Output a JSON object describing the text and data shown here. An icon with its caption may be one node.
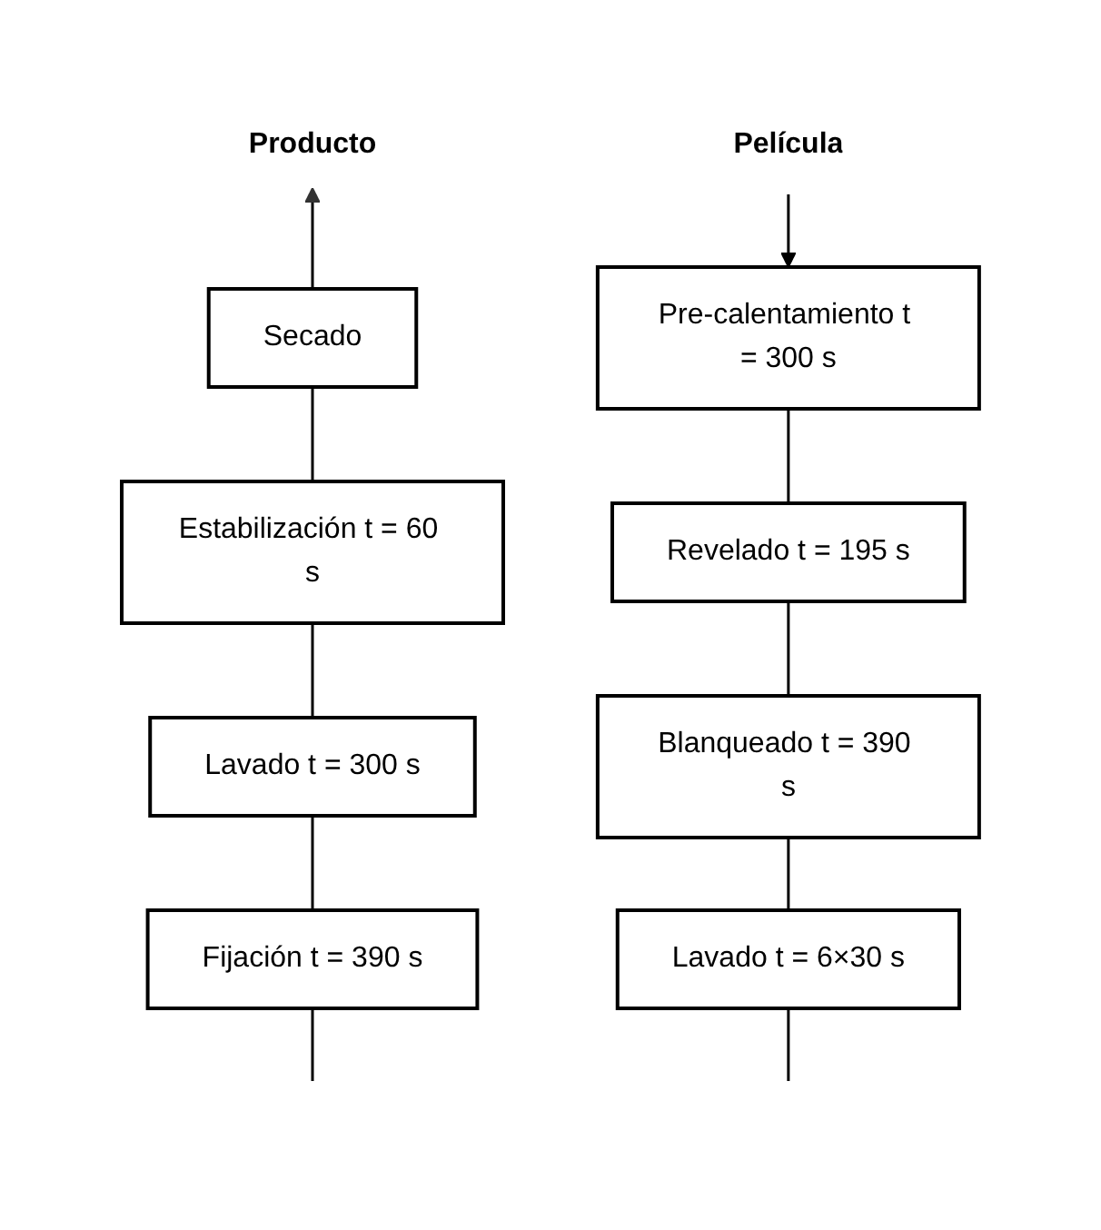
{
  "diagram": {
    "nodes": [
      {
        "text": [
          "Película"
        ]
      },
      {
        "text": [
          "Pre-calentamiento t = 300 s"
        ]
      },
      {
        "text": [
          "Revelado t = 195 s"
        ]
      },
      {
        "text": [
          "Blanqueado t = 390 s"
        ]
      },
      {
        "text": [
          "Lavado t = 6×30 s"
        ]
      },
      {
        "text": [
          "Producto"
        ]
      },
      {
        "text": [
          "Secado"
        ]
      },
      {
        "text": [
          "Estabilización t = 60 s"
        ]
      },
      {
        "text": [
          "Lavado t = 300 s"
        ]
      },
      {
        "text": [
          "Fijación t = 390 s"
        ]
      }
    ],
    "edges": [
      {
        "from": 0,
        "to": 1,
        "arrow": "to"
      },
      {
        "from": 1,
        "to": 2,
        "arrow": "none"
      },
      {
        "from": 2,
        "to": 3,
        "arrow": "none"
      },
      {
        "from": 3,
        "to": 4,
        "arrow": "none"
      },
      {
        "from": 4,
        "to": null,
        "arrow": "none"
      },
      {
        "from": null,
        "to": 9,
        "arrow": "none"
      },
      {
        "from": 9,
        "to": 8,
        "arrow": "none"
      },
      {
        "from": 8,
        "to": 7,
        "arrow": "none"
      },
      {
        "from": 7,
        "to": 6,
        "arrow": "none"
      },
      {
        "from": 6,
        "to": 5,
        "arrow": "to"
      }
    ]
  }
}
